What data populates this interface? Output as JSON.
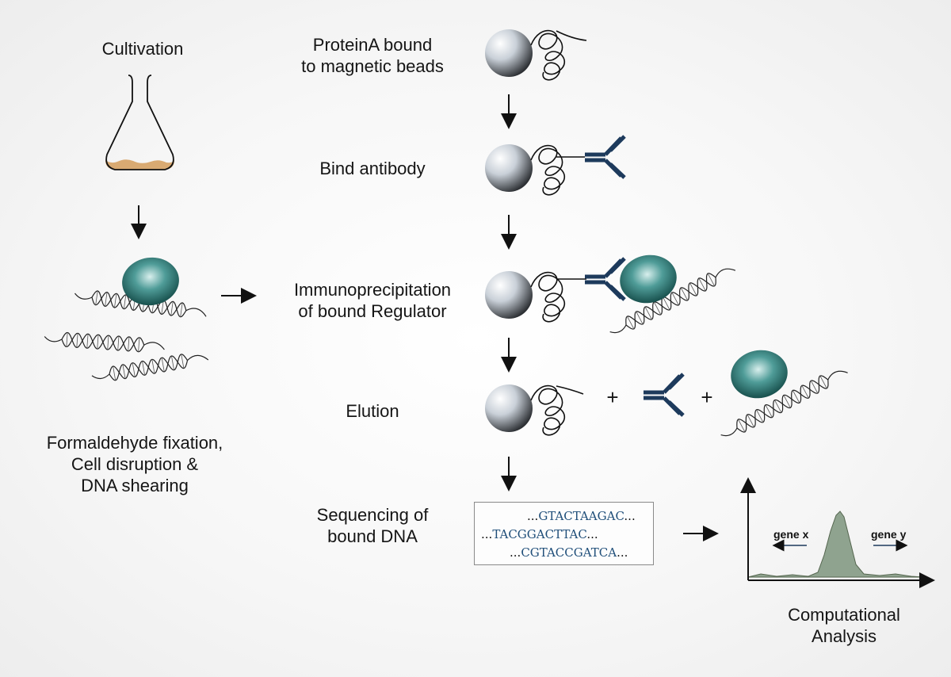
{
  "left_column": {
    "cultivation_label": "Cultivation",
    "fixation_label": [
      "Formaldehyde fixation,",
      "Cell disruption &",
      "DNA shearing"
    ]
  },
  "steps": {
    "proteinA_label": [
      "ProteinA bound",
      "to magnetic beads"
    ],
    "bind_label": "Bind antibody",
    "ip_label": [
      "Immunoprecipitation",
      "of bound Regulator"
    ],
    "elution_label": "Elution",
    "elution_plus_1": "+",
    "elution_plus_2": "+",
    "sequencing_label": [
      "Sequencing of",
      "bound DNA"
    ]
  },
  "sequences": [
    {
      "pre": "...",
      "seq": "GTACTAAGAC",
      "post": "..."
    },
    {
      "pre": "...",
      "seq": "TACGGACTTAC",
      "post": "..."
    },
    {
      "pre": "...",
      "seq": "CGTACCGATCA",
      "post": "..."
    }
  ],
  "analysis": {
    "gene_left": "gene x",
    "gene_right": "gene y",
    "label": [
      "Computational",
      "Analysis"
    ]
  },
  "colors": {
    "antibody": "#1d3a5c",
    "protein": "#3f8c89",
    "medium": "#d9aa72",
    "peak": "#8fa38f",
    "sequence_text": "#1f4e79"
  }
}
